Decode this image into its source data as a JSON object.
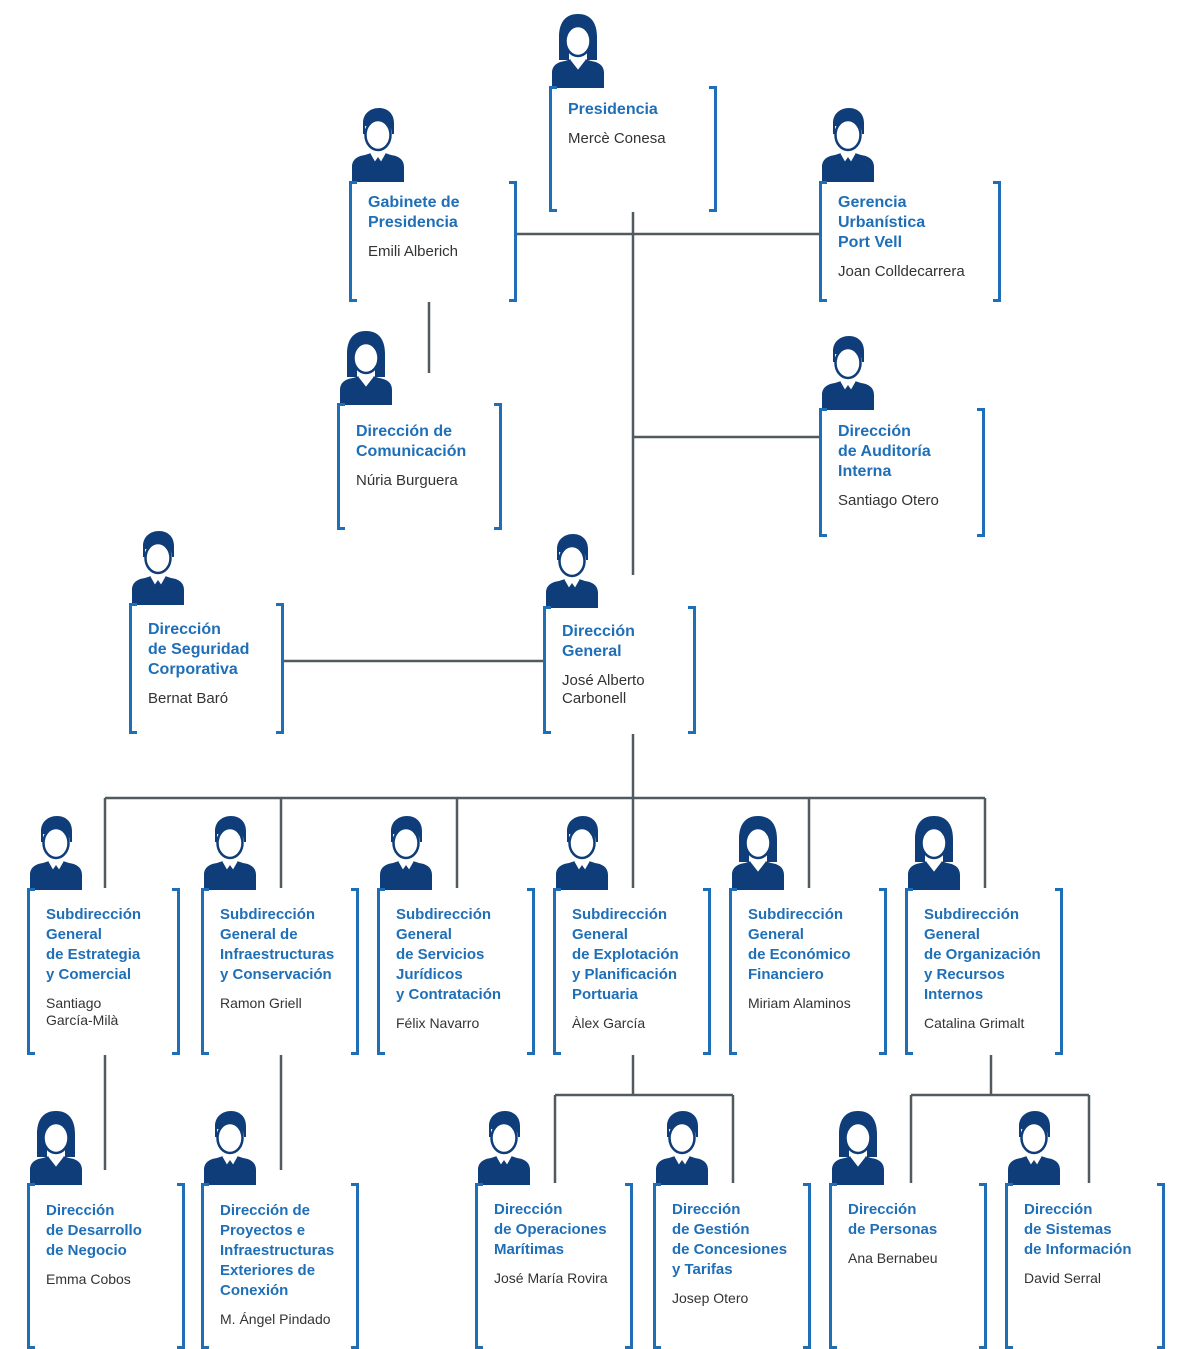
{
  "colors": {
    "accent": "#1f6fb8",
    "avatar": "#0e3d7a",
    "line": "#505a5f",
    "text": "#333333"
  },
  "nodes": [
    {
      "id": "presidencia",
      "title": "Presidencia",
      "person": "Mercè Conesa",
      "avatar": "female-avatar-icon"
    },
    {
      "id": "gabinete",
      "title": "Gabinete de\nPresidencia",
      "person": "Emili Alberich",
      "avatar": "male-avatar-icon"
    },
    {
      "id": "gerencia",
      "title": "Gerencia\nUrbanística\nPort Vell",
      "person": "Joan Colldecarrera",
      "avatar": "male-avatar-icon"
    },
    {
      "id": "comunicacion",
      "title": "Dirección de\nComunicación",
      "person": "Núria Burguera",
      "avatar": "female-avatar-icon"
    },
    {
      "id": "auditoria",
      "title": "Dirección\nde Auditoría\nInterna",
      "person": "Santiago Otero",
      "avatar": "male-avatar-icon"
    },
    {
      "id": "seguridad",
      "title": "Dirección\nde Seguridad\nCorporativa",
      "person": "Bernat Baró",
      "avatar": "male-avatar-icon"
    },
    {
      "id": "general",
      "title": "Dirección\nGeneral",
      "person": "José Alberto\nCarbonell",
      "avatar": "male-avatar-icon"
    },
    {
      "id": "sg1",
      "title": "Subdirección\nGeneral\nde Estrategia\ny Comercial",
      "person": "Santiago\nGarcía-Milà",
      "avatar": "male-avatar-icon"
    },
    {
      "id": "sg2",
      "title": "Subdirección\nGeneral de\nInfraestructuras\ny Conservación",
      "person": "Ramon Griell",
      "avatar": "male-avatar-icon"
    },
    {
      "id": "sg3",
      "title": "Subdirección\nGeneral\nde Servicios\nJurídicos\ny Contratación",
      "person": "Félix Navarro",
      "avatar": "male-avatar-icon"
    },
    {
      "id": "sg4",
      "title": "Subdirección\nGeneral\nde Explotación\ny Planificación\nPortuaria",
      "person": "Àlex García",
      "avatar": "male-avatar-icon"
    },
    {
      "id": "sg5",
      "title": "Subdirección\nGeneral\nde Económico\nFinanciero",
      "person": "Miriam Alaminos",
      "avatar": "female-avatar-icon"
    },
    {
      "id": "sg6",
      "title": "Subdirección\nGeneral\nde Organización\ny Recursos\nInternos",
      "person": "Catalina Grimalt",
      "avatar": "female-avatar-icon"
    },
    {
      "id": "d1",
      "title": "Dirección\nde Desarrollo\nde Negocio",
      "person": "Emma Cobos",
      "avatar": "female-avatar-icon"
    },
    {
      "id": "d2",
      "title": "Dirección de\nProyectos e\nInfraestructuras\nExteriores de\nConexión",
      "person": "M. Ángel Pindado",
      "avatar": "male-avatar-icon"
    },
    {
      "id": "d3",
      "title": "Dirección\nde Operaciones\nMarítimas",
      "person": "José María Rovira",
      "avatar": "male-avatar-icon"
    },
    {
      "id": "d4",
      "title": "Dirección\nde Gestión\nde Concesiones\ny Tarifas",
      "person": "Josep Otero",
      "avatar": "male-avatar-icon"
    },
    {
      "id": "d5",
      "title": "Dirección\nde Personas",
      "person": "Ana Bernabeu",
      "avatar": "female-avatar-icon"
    },
    {
      "id": "d6",
      "title": "Dirección\nde Sistemas\nde Información",
      "person": "David Serral",
      "avatar": "male-avatar-icon"
    }
  ]
}
